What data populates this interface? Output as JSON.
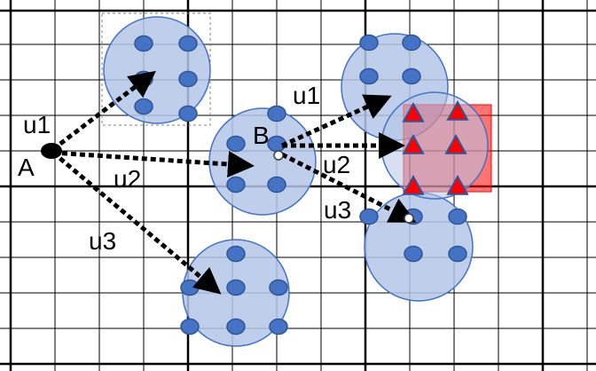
{
  "diagram": {
    "labels": {
      "a": "A",
      "b": "B",
      "a_u1": "u1",
      "a_u2": "u2",
      "a_u3": "u3",
      "b_u1": "u1",
      "b_u2": "u2",
      "b_u3": "u3"
    },
    "colors": {
      "grid": "#000000",
      "cluster_fill": "#b4c7e7",
      "cluster_stroke": "#4472c4",
      "node_fill": "#4472c4",
      "node_stroke": "#2f5597",
      "target_fill": "#ff0000",
      "target_tri_fill": "#ff0000",
      "target_tri_stroke": "#2f5597",
      "arrow": "#000000",
      "selection_box": "#808080"
    },
    "icons": {
      "nodes": "circle",
      "targets": "triangle",
      "start": "filled-ellipse",
      "branch_point": "hollow-circle"
    }
  }
}
